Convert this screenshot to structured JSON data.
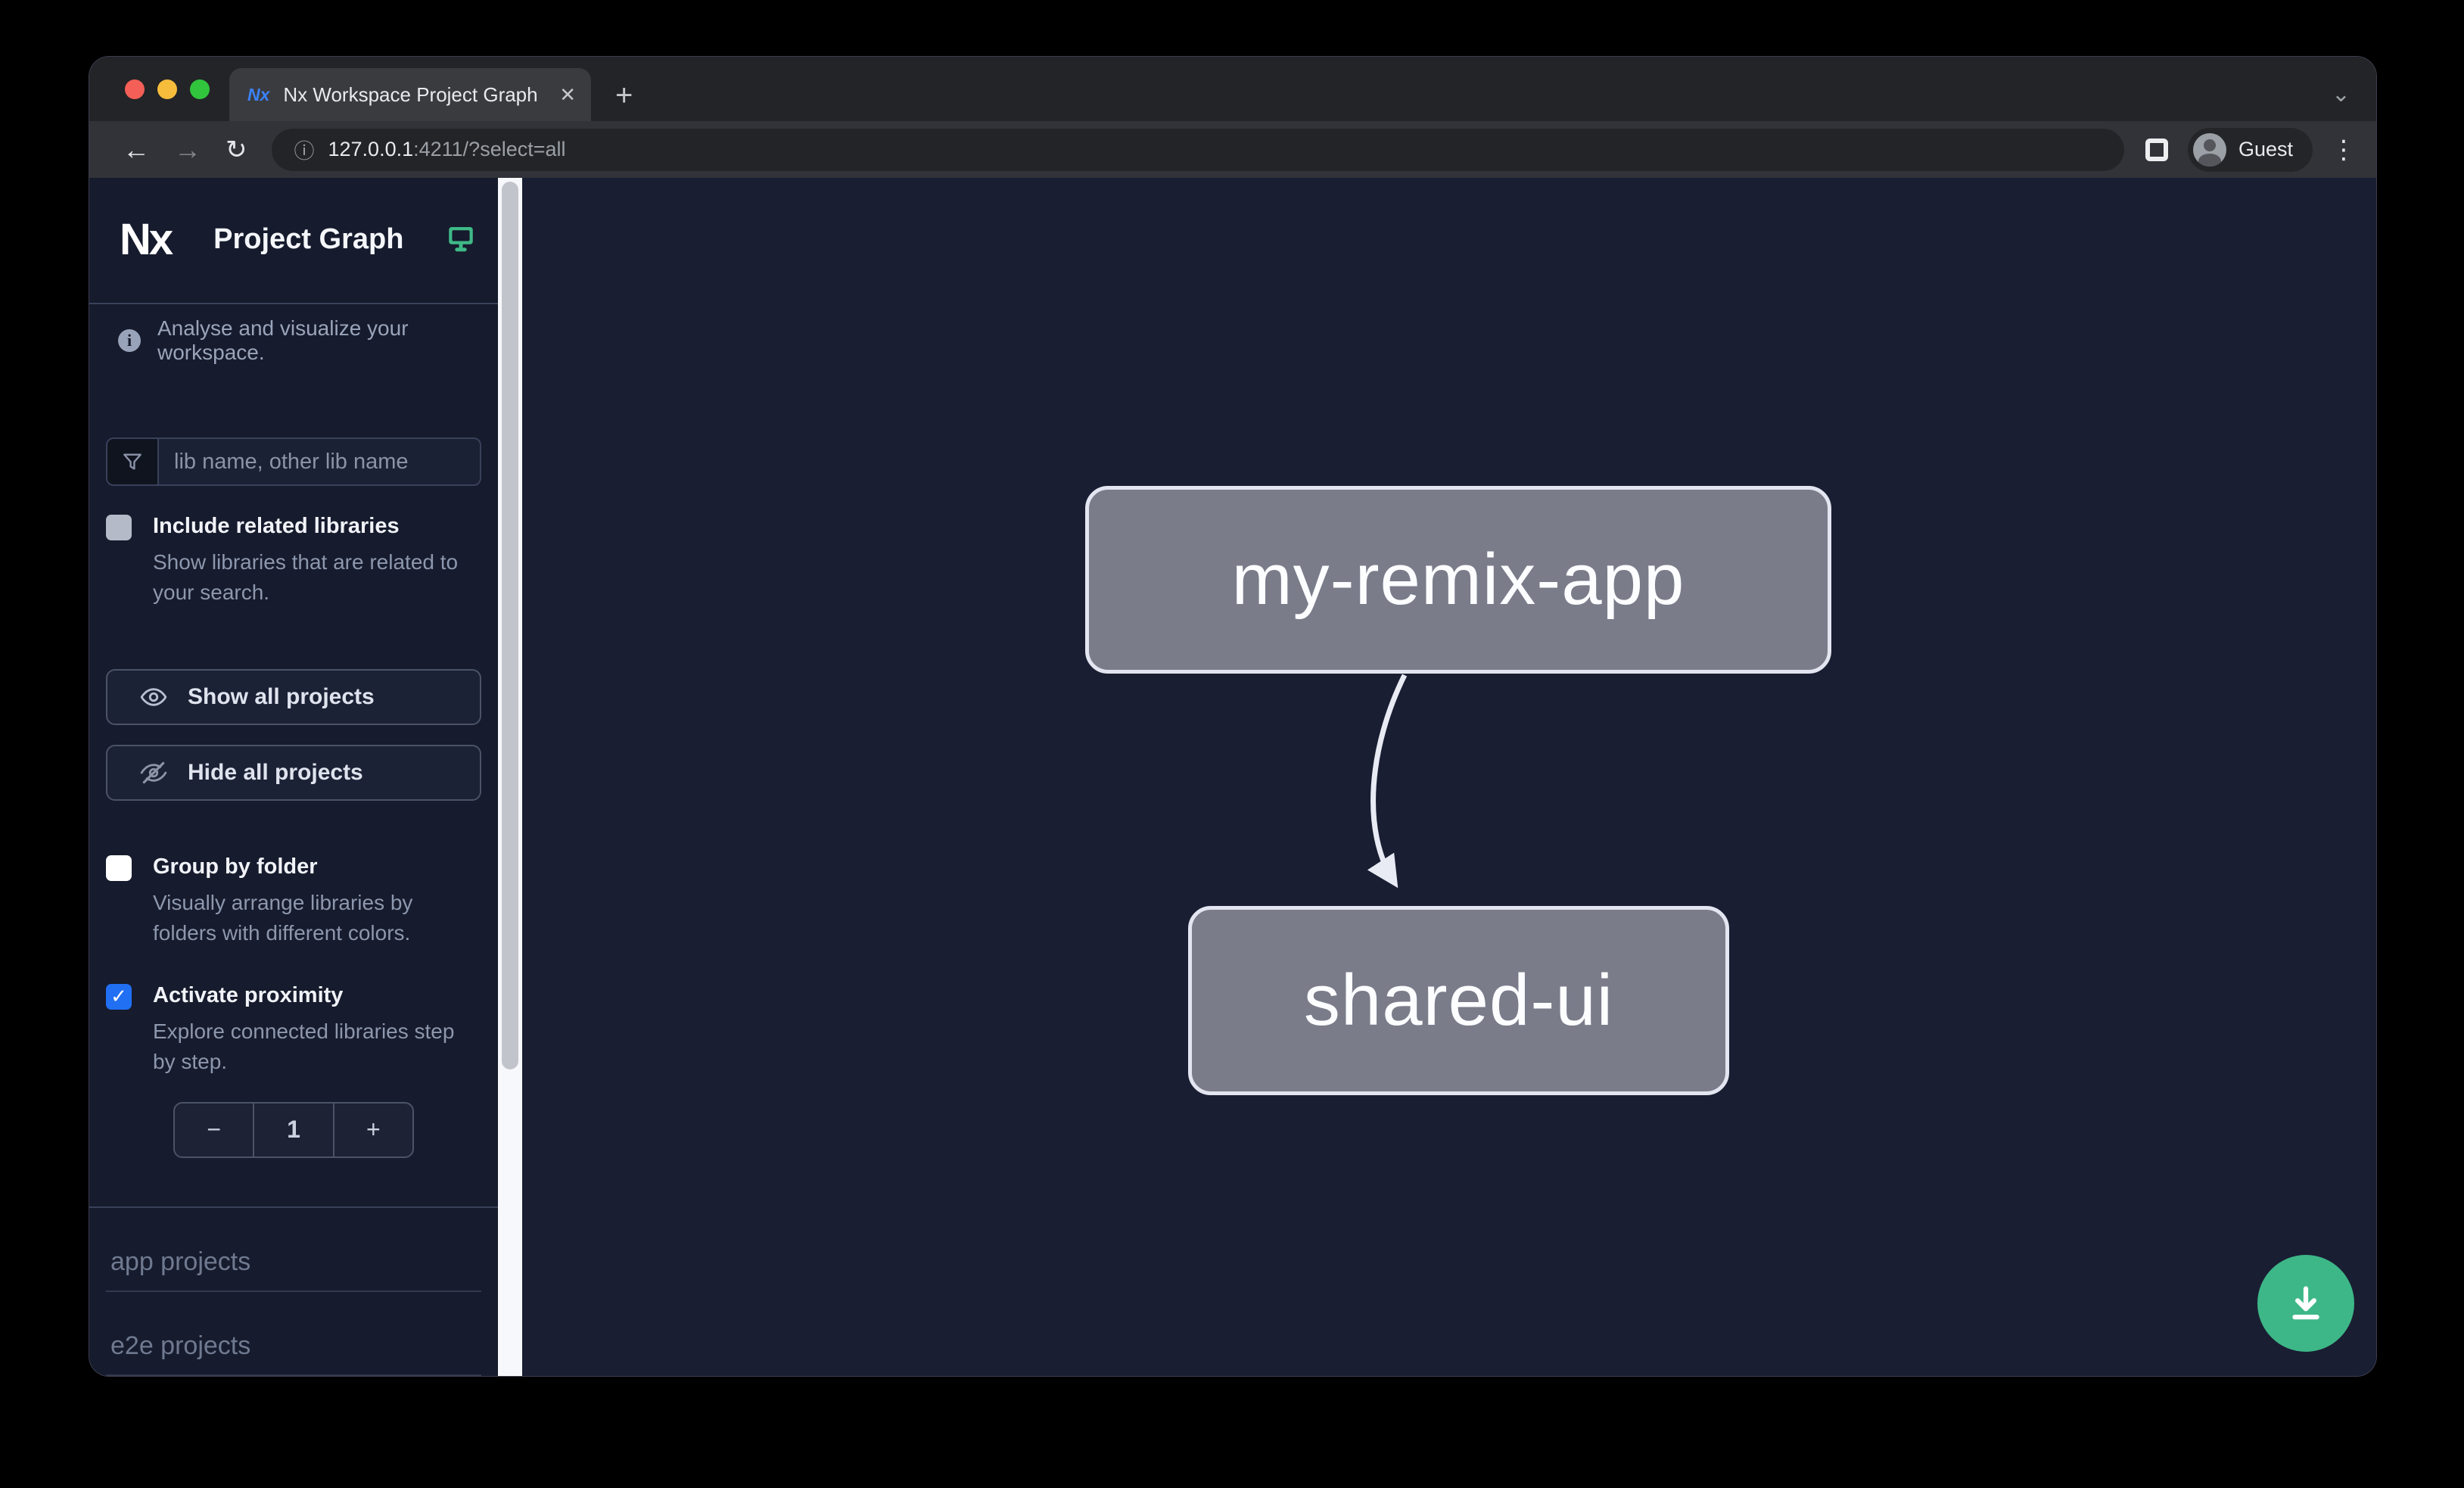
{
  "browser": {
    "tab": {
      "title": "Nx Workspace Project Graph",
      "favicon_text": "Nx"
    },
    "url_host": "127.0.0.1",
    "url_rest": ":4211/?select=all",
    "guest_label": "Guest"
  },
  "icons": {
    "close": "✕",
    "new_tab": "+",
    "chevron_down": "⌄",
    "back": "←",
    "forward": "→",
    "reload": "↻",
    "info_circled": "ⓘ",
    "info": "i",
    "kebab": "⋮",
    "check": "✓"
  },
  "sidebar": {
    "logo_text": "Nx",
    "app_title": "Project Graph",
    "tagline": "Analyse and visualize your workspace.",
    "search": {
      "placeholder": "lib name, other lib name"
    },
    "include_related": {
      "label": "Include related libraries",
      "description": "Show libraries that are related to your search.",
      "checked": false
    },
    "show_all_label": "Show all projects",
    "hide_all_label": "Hide all projects",
    "group_by_folder": {
      "label": "Group by folder",
      "description": "Visually arrange libraries by folders with different colors.",
      "checked": false
    },
    "activate_proximity": {
      "label": "Activate proximity",
      "description": "Explore connected libraries step by step.",
      "checked": true
    },
    "stepper": {
      "decrement": "−",
      "value": "1",
      "increment": "+"
    },
    "sections": [
      {
        "label": "app projects"
      },
      {
        "label": "e2e projects"
      }
    ]
  },
  "graph": {
    "nodes": [
      {
        "id": "my-remix-app"
      },
      {
        "id": "shared-ui"
      }
    ],
    "edges": [
      {
        "from": "my-remix-app",
        "to": "shared-ui"
      }
    ]
  },
  "colors": {
    "accent_green": "#3db787",
    "checkbox_blue": "#2170f4",
    "node_fill": "#7a7c8a",
    "node_border": "#e3e6f0",
    "sidebar_bg": "#161b2d",
    "graph_bg": "#191e33"
  }
}
